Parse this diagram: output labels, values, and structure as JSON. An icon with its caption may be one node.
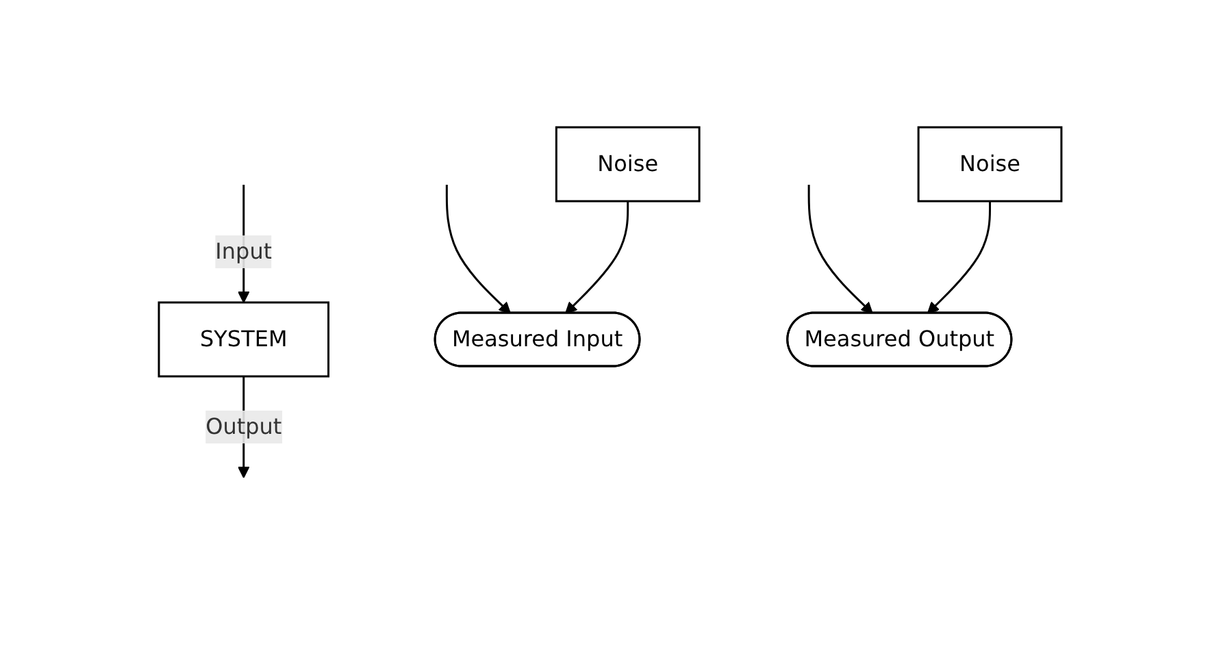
{
  "diagram": {
    "nodes": [
      {
        "text": [
          "SYSTEM"
        ]
      },
      {
        "text": [
          "Noise"
        ]
      },
      {
        "text": [
          "Noise"
        ]
      },
      {
        "text": [
          "Measured Input"
        ]
      },
      {
        "text": [
          "Measured Output"
        ]
      }
    ],
    "edges": [
      {
        "from": null,
        "to": 0,
        "arrow": "to",
        "label": "Input"
      },
      {
        "from": 0,
        "to": null,
        "arrow": "to",
        "label": "Output"
      },
      {
        "from": null,
        "to": 3,
        "arrow": "to"
      },
      {
        "from": 1,
        "to": 3,
        "arrow": "to"
      },
      {
        "from": null,
        "to": 4,
        "arrow": "to"
      },
      {
        "from": 2,
        "to": 4,
        "arrow": "to"
      }
    ]
  }
}
